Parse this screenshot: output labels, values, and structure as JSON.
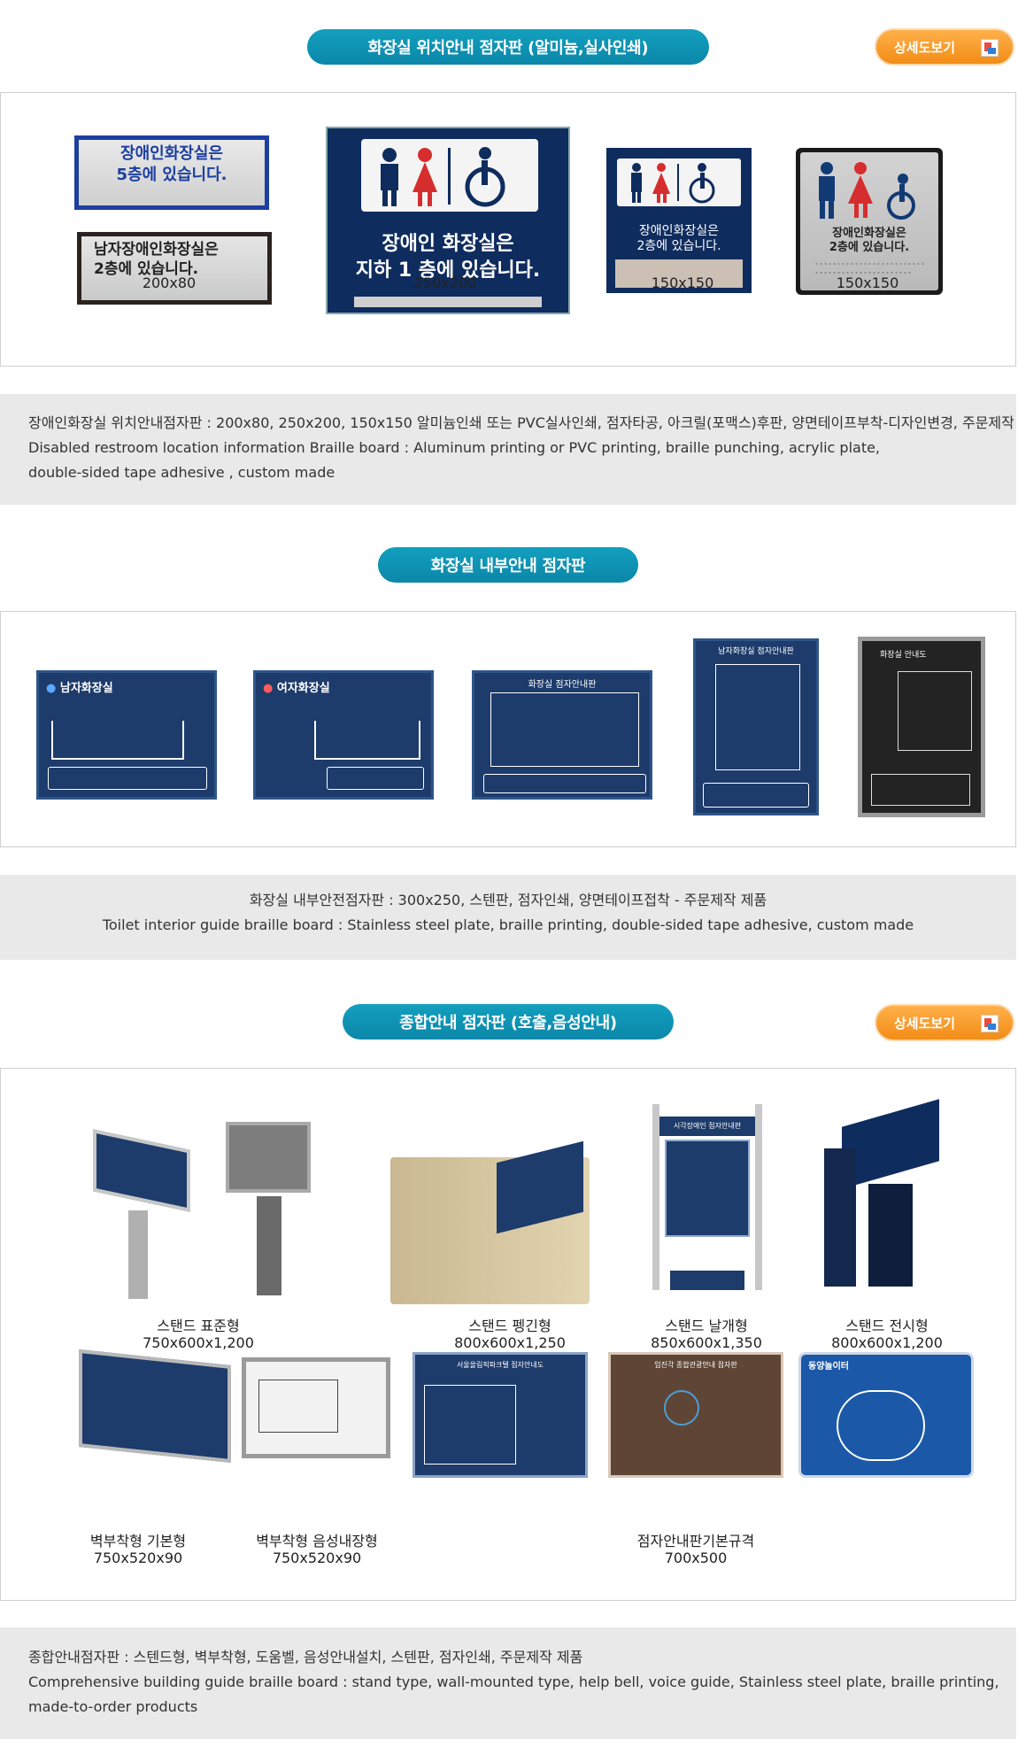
{
  "section1": {
    "title": "화장실 위치안내 점자판 (알미늄,실사인쇄)",
    "detail_button": "상세도보기",
    "signs": [
      {
        "text1": "장애인화장실은",
        "text2": "5층에 있습니다."
      },
      {
        "text1": "남자장애인화장실은",
        "text2": "2층에 있습니다."
      },
      {
        "text1": "장애인 화장실은",
        "text2": "지하 1 층에 있습니다."
      },
      {
        "text1": "장애인화장실은",
        "text2": "2층에 있습니다."
      },
      {
        "text1": "장애인화장실은",
        "text2": "2층에 있습니다."
      }
    ],
    "captions": [
      "200x80",
      "250x200",
      "150x150",
      "150x150"
    ],
    "desc_lines": [
      "장애인화장실 위치안내점자판 : 200x80, 250x200, 150x150 알미늄인쇄 또는 PVC실사인쇄, 점자타공, 아크릴(포맥스)후판, 양면테이프부착-디자인변경, 주문제작",
      "Disabled restroom location information Braille board : Aluminum printing or PVC printing, braille punching, acrylic plate,",
      "double-sided tape adhesive , custom made"
    ]
  },
  "section2": {
    "title": "화장실 내부안내 점자판",
    "signs": [
      "남자화장실",
      "여자화장실",
      "화장실 점자안내판",
      "남자화장실 점자안내판",
      "화장실 안내도"
    ],
    "desc_lines": [
      "화장실 내부안전점자판 : 300x250, 스텐판, 점자인쇄, 양면테이프접착 - 주문제작 제품",
      "Toilet interior guide braille board : Stainless steel plate, braille printing, double-sided tape adhesive, custom made"
    ]
  },
  "section3": {
    "title": "종합안내 점자판 (호출,음성안내)",
    "detail_button": "상세도보기",
    "stands": [
      {
        "name": "스탠드 표준형",
        "size": "750x600x1,200"
      },
      {
        "name": "스탠드 펭긴형",
        "size": "800x600x1,250"
      },
      {
        "name": "스탠드 날개형",
        "size": "850x600x1,350"
      },
      {
        "name": "스탠드 전시형",
        "size": "800x600x1,200"
      }
    ],
    "stand_sign_title": "시각장애인 점자안내판",
    "walls": [
      {
        "name": "벽부착형 기본형",
        "size": "750x520x90"
      },
      {
        "name": "벽부착형 음성내장형",
        "size": "750x520x90"
      },
      {
        "name": "점자안내판기본규격",
        "size": "700x500"
      }
    ],
    "map_titles": [
      "서울올림픽파크텔 점자안내도",
      "임진각 종합관광안내 점자판",
      "동양놀이터"
    ],
    "desc_lines": [
      "종합안내점자판 : 스텐드형, 벽부착형, 도움벨, 음성안내설치, 스텐판, 점자인쇄, 주문제작 제품",
      "Comprehensive building guide braille board : stand type, wall-mounted type, help bell, voice guide, Stainless steel plate, braille printing,",
      "made-to-order products"
    ]
  }
}
